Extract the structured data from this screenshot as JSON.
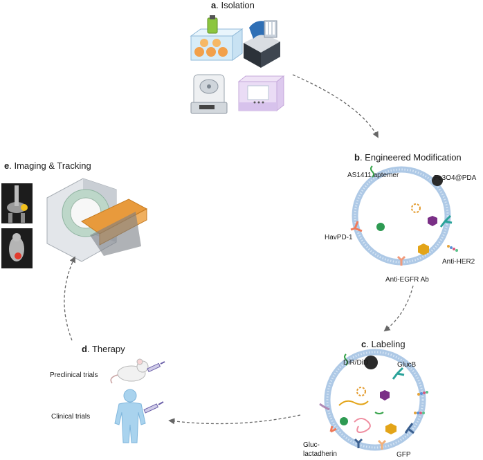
{
  "steps": {
    "a": {
      "letter": "a",
      "title": ". Isolation"
    },
    "b": {
      "letter": "b",
      "title": ". Engineered Modification",
      "labels": {
        "aptamer": "AS1411 aptemer",
        "fe3o4": "Fe3O4@PDA",
        "havpd1": "HavPD-1",
        "antiher2": "Anti-HER2",
        "antiegfr": "Anti-EGFR Ab"
      }
    },
    "c": {
      "letter": "c",
      "title": ". Labeling",
      "labels": {
        "dir": "DiR/DiD",
        "glucb": "GlucB",
        "gluc1": "Gluc-",
        "gluc2": "lactadherin",
        "gfp": "GFP"
      }
    },
    "d": {
      "letter": "d",
      "title": ". Therapy",
      "labels": {
        "preclinical": "Preclinical trials",
        "clinical": "Clinical trials"
      }
    },
    "e": {
      "letter": "e",
      "title": ". Imaging & Tracking"
    }
  },
  "icons": [
    "cell-culture-flask-icon",
    "isolation-machine-icon",
    "centrifuge-icon",
    "filter-chamber-icon",
    "ct-scanner-icon",
    "xray-image-icon",
    "mouse-fluorescence-image-icon",
    "mouse-icon",
    "human-body-icon",
    "syringe-icon"
  ],
  "colors": {
    "membrane": "#aec9e6",
    "arrow": "#666666",
    "body": "#a9d3ee"
  }
}
